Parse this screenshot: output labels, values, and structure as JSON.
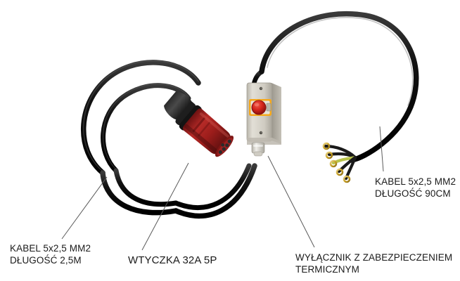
{
  "diagram": {
    "background_color": "#ffffff",
    "title_visible": false,
    "labels": [
      {
        "id": "cable-main",
        "line1": "KABEL 5x2,5 MM2",
        "line2": "DŁUGOŚĆ 2,5M",
        "target": "mains cable loop, left side"
      },
      {
        "id": "plug",
        "line1": "WTYCZKA 32A 5P",
        "line2": "",
        "target": "red 5-pin industrial plug"
      },
      {
        "id": "switch",
        "line1": "WYŁĄCZNIK Z ZABEZPIECZENIEM",
        "line2": "TERMICZNYM",
        "target": "grey switch enclosure with red button"
      },
      {
        "id": "cable-out",
        "line1": "KABEL 5x2,5 MM2",
        "line2": "DŁUGOŚĆ 90CM",
        "target": "output cable with ring terminals"
      }
    ],
    "parts": {
      "plug": {
        "name": "plug-32a-5p",
        "body_color": "#9e1f1f",
        "boot_color": "#1c1c1c",
        "pin_count": 5
      },
      "switch_box": {
        "name": "thermal-protection-switch",
        "housing_color": "#d2cec4",
        "faceplate_color": "#f5a81c",
        "button_color": "#d4241b",
        "gland_color": "#e8e6e0",
        "screw_count": 2
      },
      "cable": {
        "name": "power-cable",
        "jacket_color": "#141414",
        "conductors": 5
      },
      "terminals": {
        "name": "ring-terminals",
        "count": 5,
        "metal_color": "#c9a227",
        "earth_wire_color": "#b9c44a"
      }
    },
    "leaders": {
      "color": "#5a5a5a",
      "width": 1
    }
  }
}
